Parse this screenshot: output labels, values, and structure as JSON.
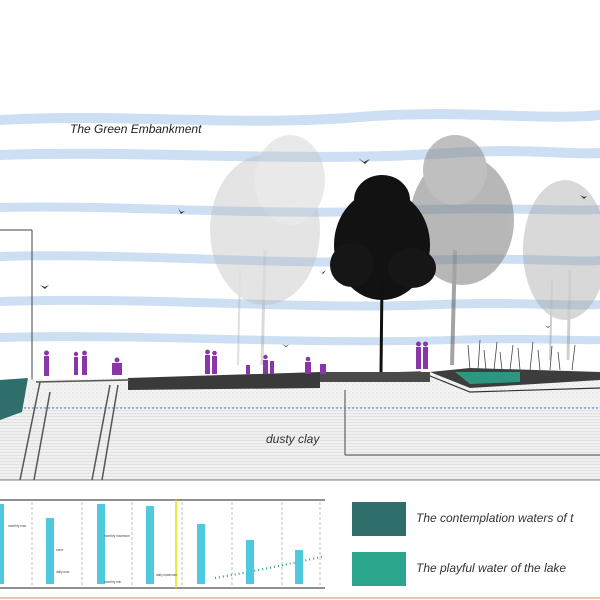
{
  "title": "The Green Embankment",
  "soil_label": "dusty clay",
  "legend": [
    {
      "label": "The contemplation waters of t",
      "color": "#2f6e6a"
    },
    {
      "label": "The playful water of the lake",
      "color": "#2ca58d"
    }
  ],
  "chart_notes": {
    "monthly_max": "monthly max",
    "monthly_maximum": "monthly maximum",
    "norm": "norm",
    "daily_max": "daily max",
    "daily_maximum": "daily maximum",
    "monthly_min": "monthly min"
  },
  "colors": {
    "sky_band": "#cddff3",
    "people": "#8a36a8",
    "bar": "#4ec9dd",
    "bar_marker": "#e6e600",
    "dotted_trend": "#2ca58d",
    "water_line": "#4a7ec0"
  }
}
